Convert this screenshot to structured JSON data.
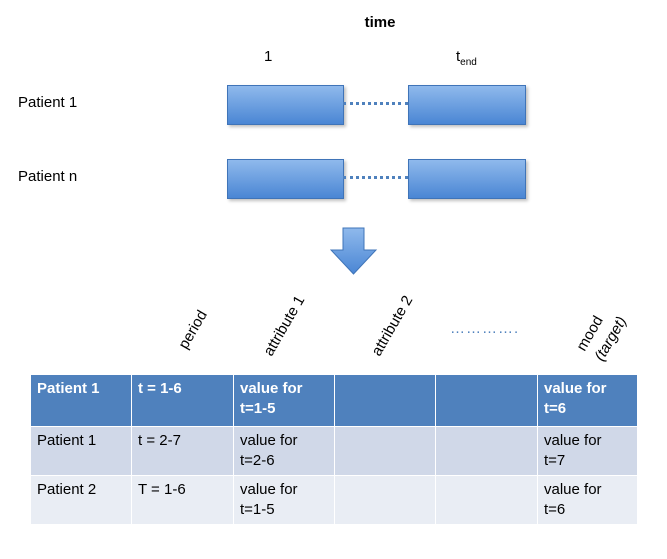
{
  "timeline": {
    "axis_title": "time",
    "start_label": "1",
    "end_label_main": "t",
    "end_label_sub": "end",
    "patients": [
      "Patient 1",
      "Patient n"
    ]
  },
  "colors": {
    "block": "#4f81bd",
    "header_row": "#4f81bd",
    "row_dark": "#d0d8e8",
    "row_light": "#e9edf4"
  },
  "arrow_icon": "down-arrow-icon",
  "columns": {
    "period": "period",
    "attribute1": "attribute 1",
    "attribute2": "attribute 2",
    "ellipsis": "………….",
    "mood_line1": "mood",
    "mood_line2": "(target)"
  },
  "table": {
    "rows": [
      {
        "patient": "Patient 1",
        "period": "t = 1-6",
        "attr1_l1": "value for",
        "attr1_l2": "t=1-5",
        "attr2": "",
        "gap": "",
        "mood_l1": "value for",
        "mood_l2": "t=6"
      },
      {
        "patient": "Patient 1",
        "period": "t = 2-7",
        "attr1_l1": "value for",
        "attr1_l2": "t=2-6",
        "attr2": "",
        "gap": "",
        "mood_l1": "value for",
        "mood_l2": "t=7"
      },
      {
        "patient": "Patient 2",
        "period": "T = 1-6",
        "attr1_l1": "value for",
        "attr1_l2": "t=1-5",
        "attr2": "",
        "gap": "",
        "mood_l1": "value for",
        "mood_l2": "t=6"
      }
    ]
  }
}
